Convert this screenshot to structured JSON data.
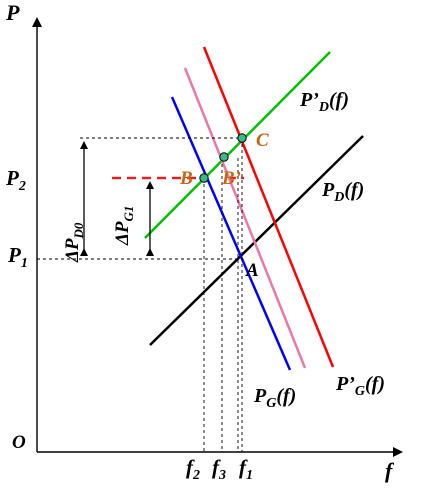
{
  "axes": {
    "y_label": "P",
    "x_label": "f",
    "origin_label": "O"
  },
  "y_ticks": {
    "p2": "P",
    "p2_sub": "2",
    "p1": "P",
    "p1_sub": "1"
  },
  "x_ticks": [
    {
      "main": "f",
      "sub": "2"
    },
    {
      "main": "f",
      "sub": "3"
    },
    {
      "main": "f",
      "sub": "1"
    }
  ],
  "curves": {
    "pd": {
      "main": "P",
      "sub": "D",
      "arg": "(f)",
      "color": "#000000"
    },
    "pd_prime": {
      "main": "P’",
      "sub": "D",
      "arg": "(f)",
      "color": "#00c000"
    },
    "pg": {
      "main": "P",
      "sub": "G",
      "arg": "(f)",
      "color": "#0000ff"
    },
    "pg_prime": {
      "main": "P’",
      "sub": "G",
      "arg": "(f)",
      "color": "#ff0000",
      "pink_color": "#ee77aa"
    }
  },
  "points": {
    "A": "A",
    "B": "B",
    "B_prime": "B’",
    "C": "C"
  },
  "deltas": {
    "d0": {
      "main": "ΔP",
      "sub": "D0"
    },
    "g1": {
      "main": "ΔP",
      "sub": "G1"
    }
  },
  "colors": {
    "dashed_red": "#dd2222",
    "point_fill": "#33bb88"
  }
}
